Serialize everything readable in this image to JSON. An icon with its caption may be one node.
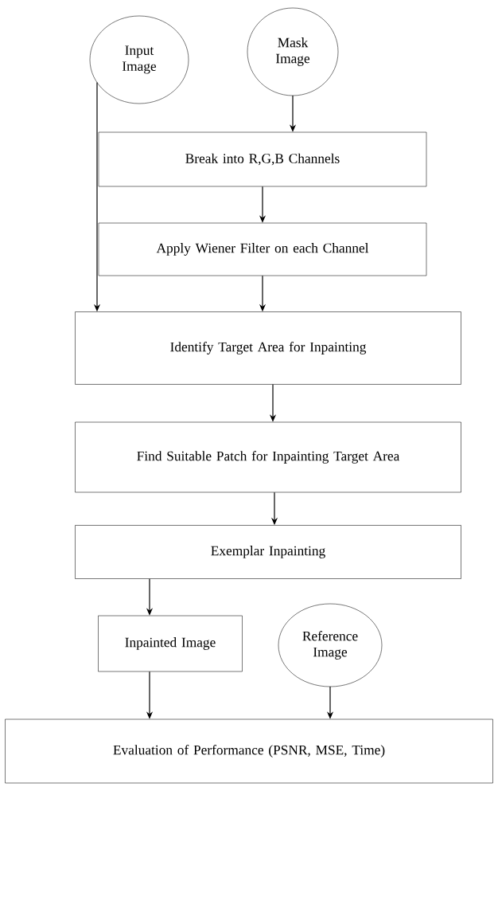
{
  "diagram": {
    "nodes": [
      {
        "text": [
          "Input Image"
        ]
      },
      {
        "text": [
          "Mask Image"
        ]
      },
      {
        "text": [
          "Break into R,G,B Channels"
        ]
      },
      {
        "text": [
          "Apply Wiener Filter on each Channel"
        ]
      },
      {
        "text": [
          "Identify Target Area for Inpainting"
        ]
      },
      {
        "text": [
          "Find Suitable Patch for Inpainting Target Area"
        ]
      },
      {
        "text": [
          "Exemplar Inpainting"
        ]
      },
      {
        "text": [
          "Inpainted Image"
        ]
      },
      {
        "text": [
          "Reference Image"
        ]
      },
      {
        "text": [
          "Evaluation of Performance (PSNR, MSE, Time)"
        ]
      }
    ],
    "edges": [
      {
        "from": 0,
        "to": 4,
        "arrow": "to"
      },
      {
        "from": 1,
        "to": 2,
        "arrow": "to"
      },
      {
        "from": 2,
        "to": 3,
        "arrow": "to"
      },
      {
        "from": 3,
        "to": 4,
        "arrow": "to"
      },
      {
        "from": 4,
        "to": 5,
        "arrow": "to"
      },
      {
        "from": 5,
        "to": 6,
        "arrow": "to"
      },
      {
        "from": 6,
        "to": 7,
        "arrow": "to"
      },
      {
        "from": 7,
        "to": 9,
        "arrow": "to"
      },
      {
        "from": 8,
        "to": 9,
        "arrow": "to"
      }
    ]
  }
}
